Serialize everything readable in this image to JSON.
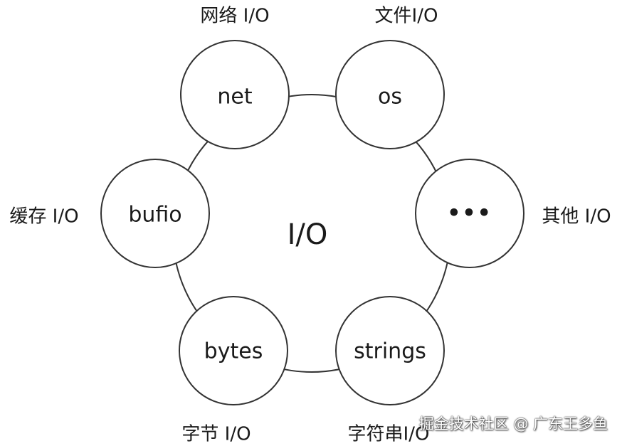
{
  "center_label": "I/O",
  "nodes": {
    "net": {
      "label": "net",
      "caption": "网络 I/O"
    },
    "os": {
      "label": "os",
      "caption": "文件I/O"
    },
    "other": {
      "label": "•••",
      "caption": "其他 I/O"
    },
    "strings": {
      "label": "strings",
      "caption": "字符串I/O"
    },
    "bytes": {
      "label": "bytes",
      "caption": "字节 I/O"
    },
    "bufio": {
      "label": "bufio",
      "caption": "缓存 I/O"
    }
  },
  "watermark": "掘金技术社区 @ 广东王多鱼",
  "colors": {
    "stroke": "#333333",
    "fill": "#ffffff",
    "text": "#1a1a1a"
  }
}
